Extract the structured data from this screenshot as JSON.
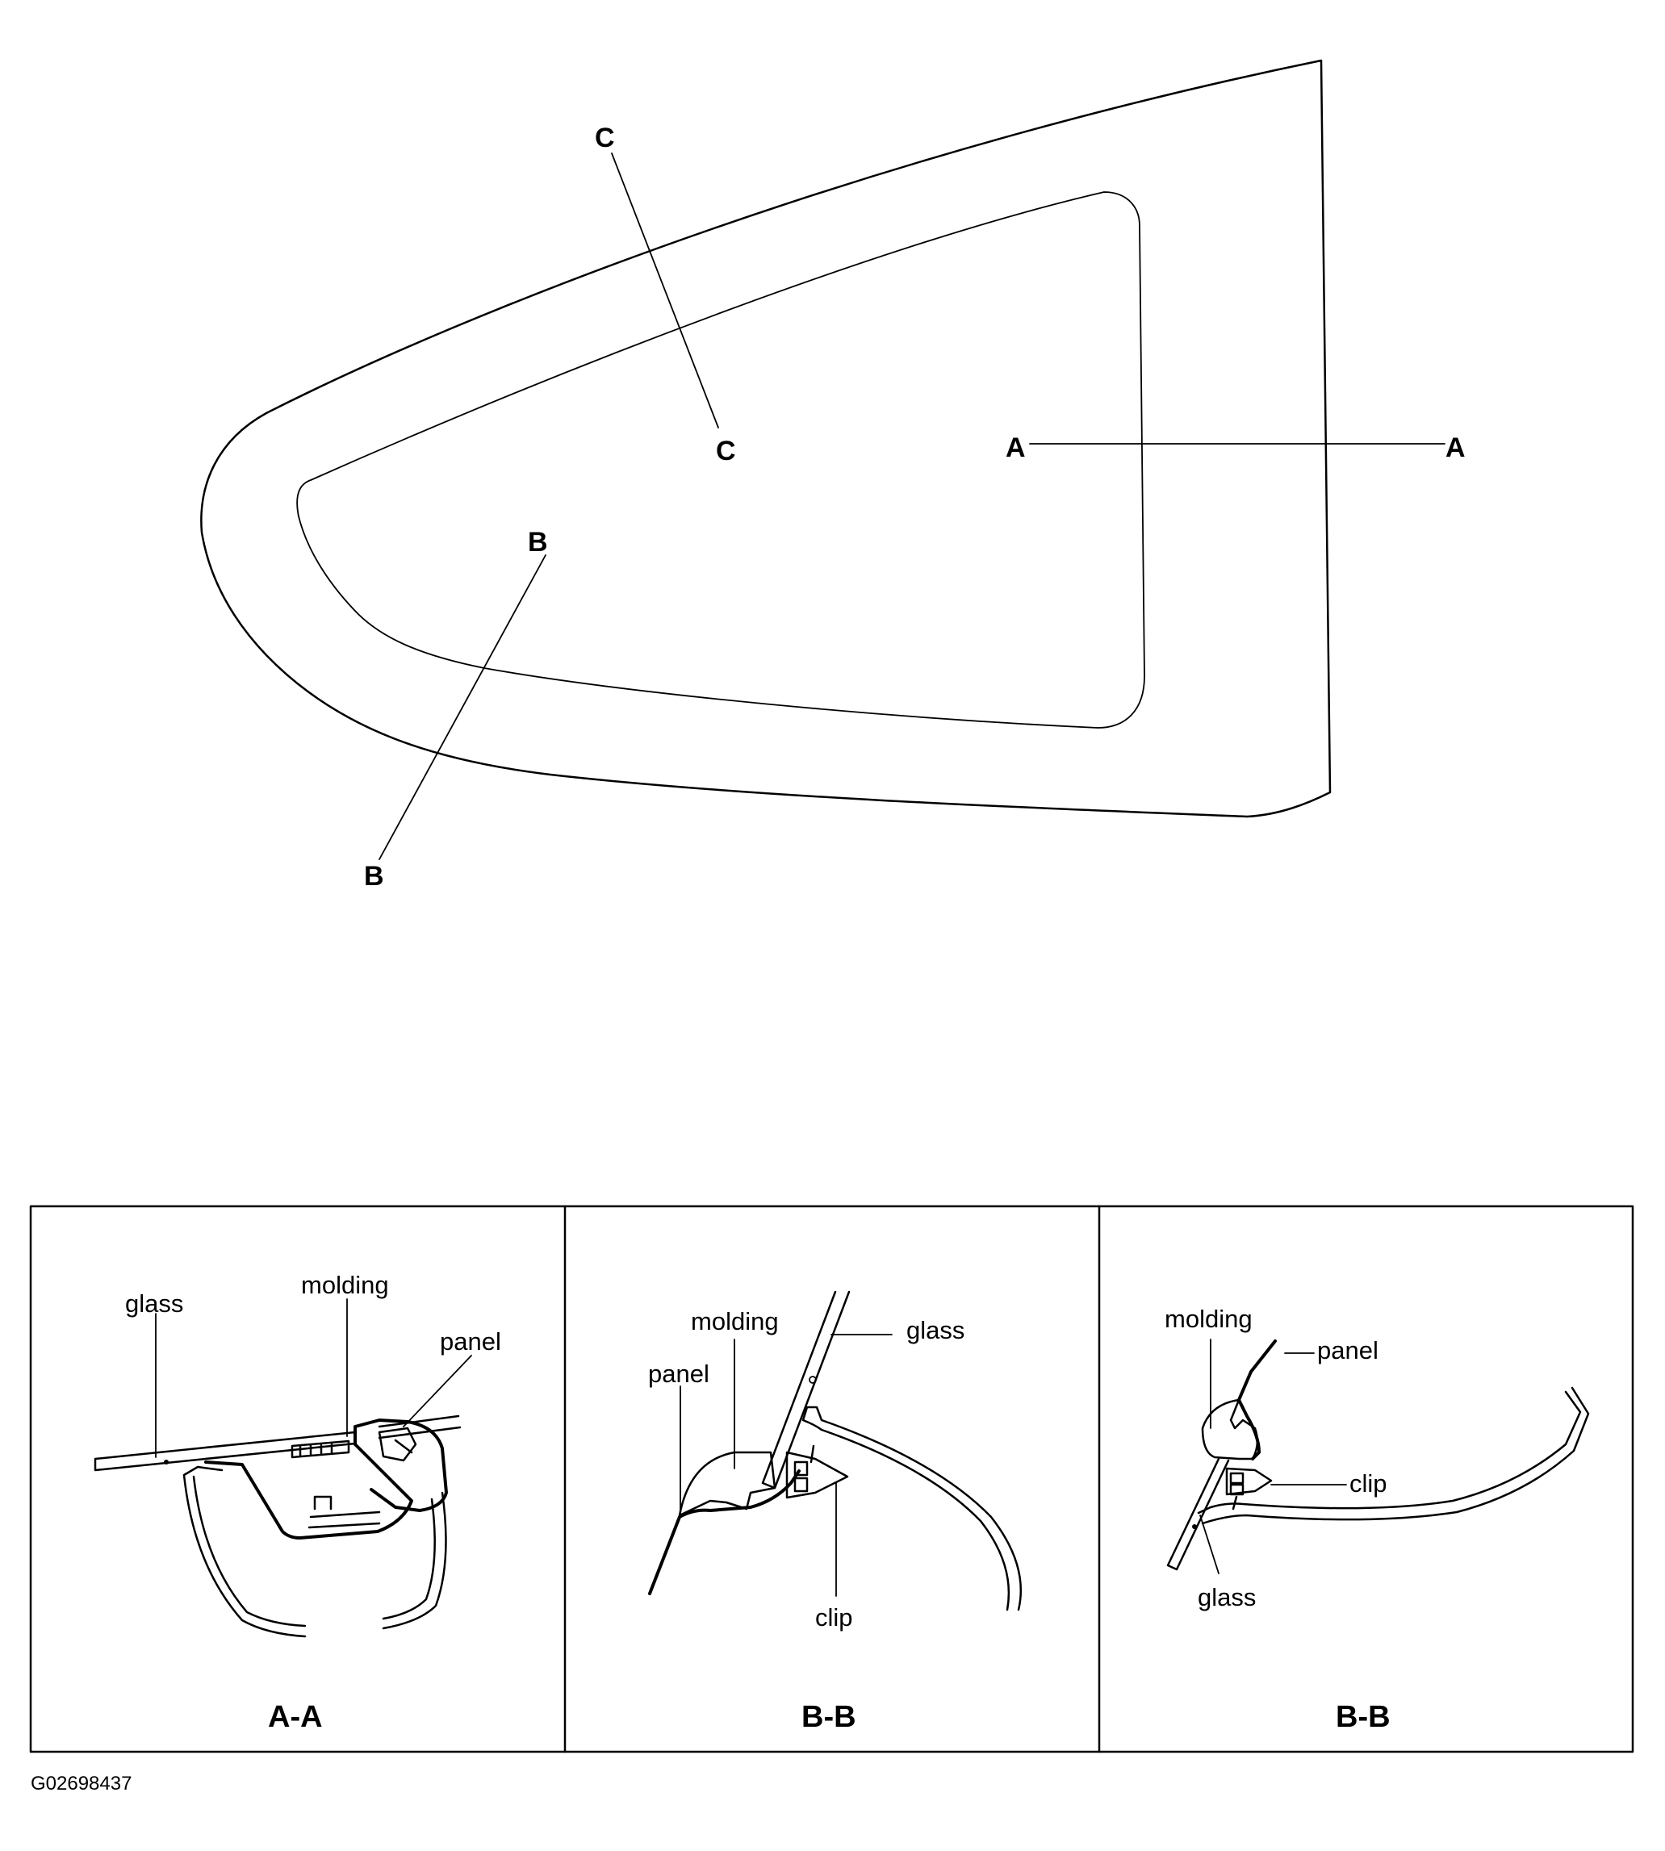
{
  "top_view": {
    "section_marks": {
      "c_top": "C",
      "c_bottom": "C",
      "a_left": "A",
      "a_right": "A",
      "b_top": "B",
      "b_bottom": "B"
    }
  },
  "panels": [
    {
      "title": "A-A",
      "labels": {
        "glass": "glass",
        "molding": "molding",
        "panel": "panel"
      }
    },
    {
      "title": "B-B",
      "labels": {
        "molding": "molding",
        "glass": "glass",
        "panel": "panel",
        "clip": "clip"
      }
    },
    {
      "title": "B-B",
      "labels": {
        "molding": "molding",
        "panel": "panel",
        "clip": "clip",
        "glass": "glass"
      }
    }
  ],
  "figure_id": "G02698437"
}
